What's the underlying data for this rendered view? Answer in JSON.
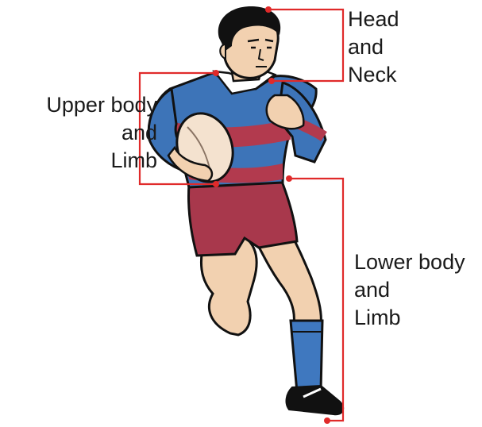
{
  "colors": {
    "bracket": "#e02a2a",
    "jersey_blue": "#3d74b8",
    "jersey_red": "#b23a4e",
    "shorts": "#a8384c",
    "skin": "#f2d1b0",
    "sock": "#3f78bf",
    "ink": "#111111"
  },
  "labels": {
    "head_neck": [
      "Head",
      "and",
      "Neck"
    ],
    "upper_body": [
      "Upper body",
      "and",
      "Limb"
    ],
    "lower_body": [
      "Lower body",
      "and",
      "Limb"
    ]
  },
  "icons": {
    "figure": "rugby-player-running-with-ball-icon"
  }
}
